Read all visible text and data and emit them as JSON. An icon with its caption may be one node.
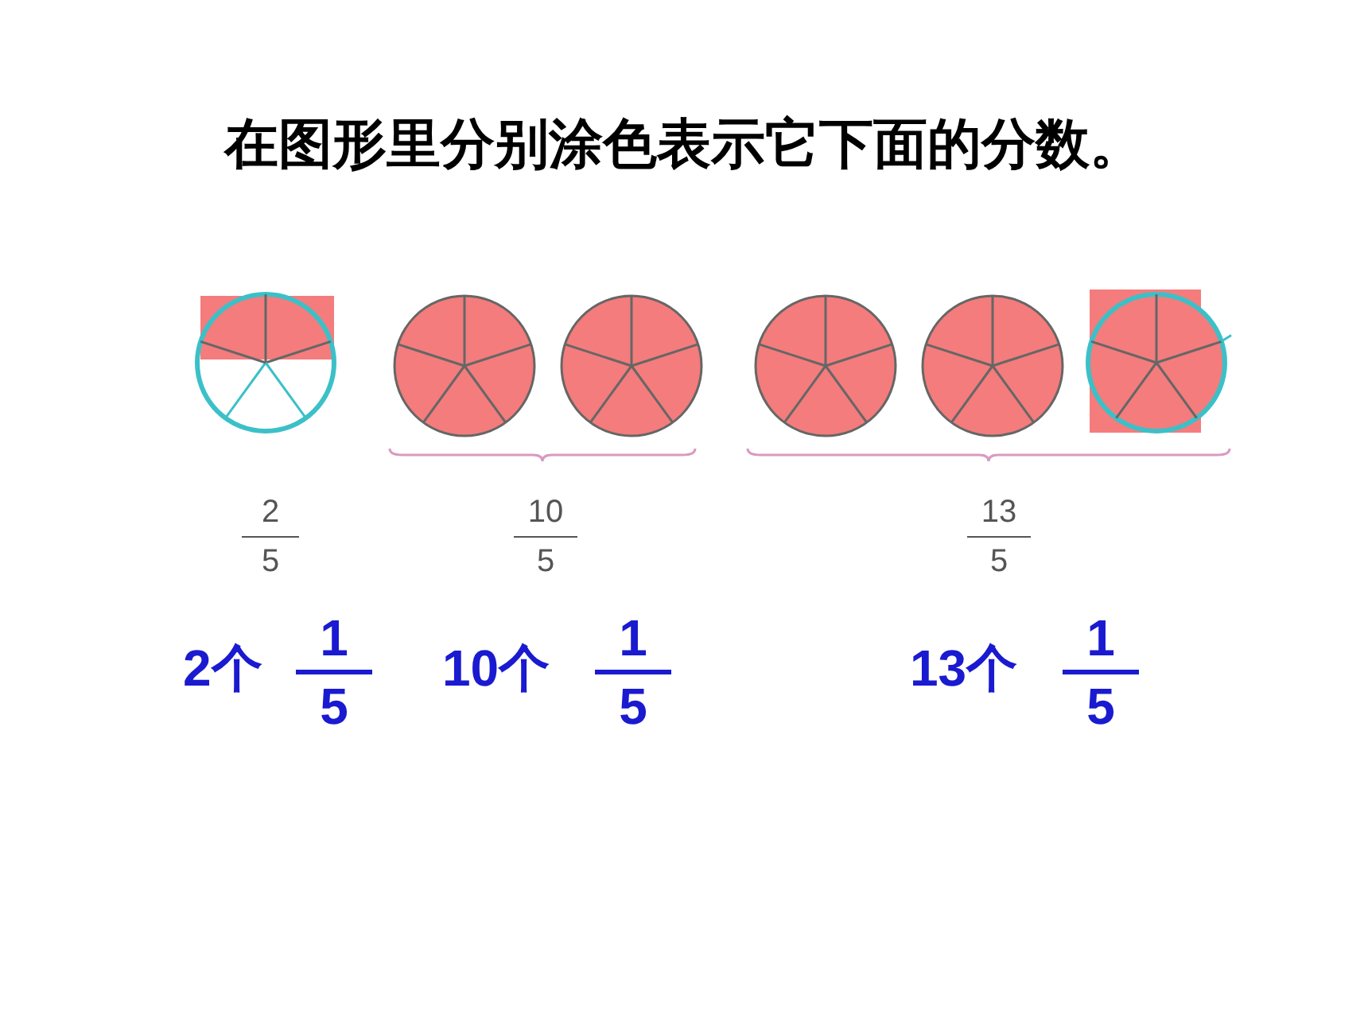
{
  "diagram": {
    "title": "在图形里分别涂色表示它下面的分数。",
    "labels": [
      "2",
      "5",
      "10",
      "5",
      "13",
      "5",
      "2个",
      "1",
      "5",
      "10个",
      "1",
      "5",
      "13个",
      "1",
      "5"
    ]
  }
}
